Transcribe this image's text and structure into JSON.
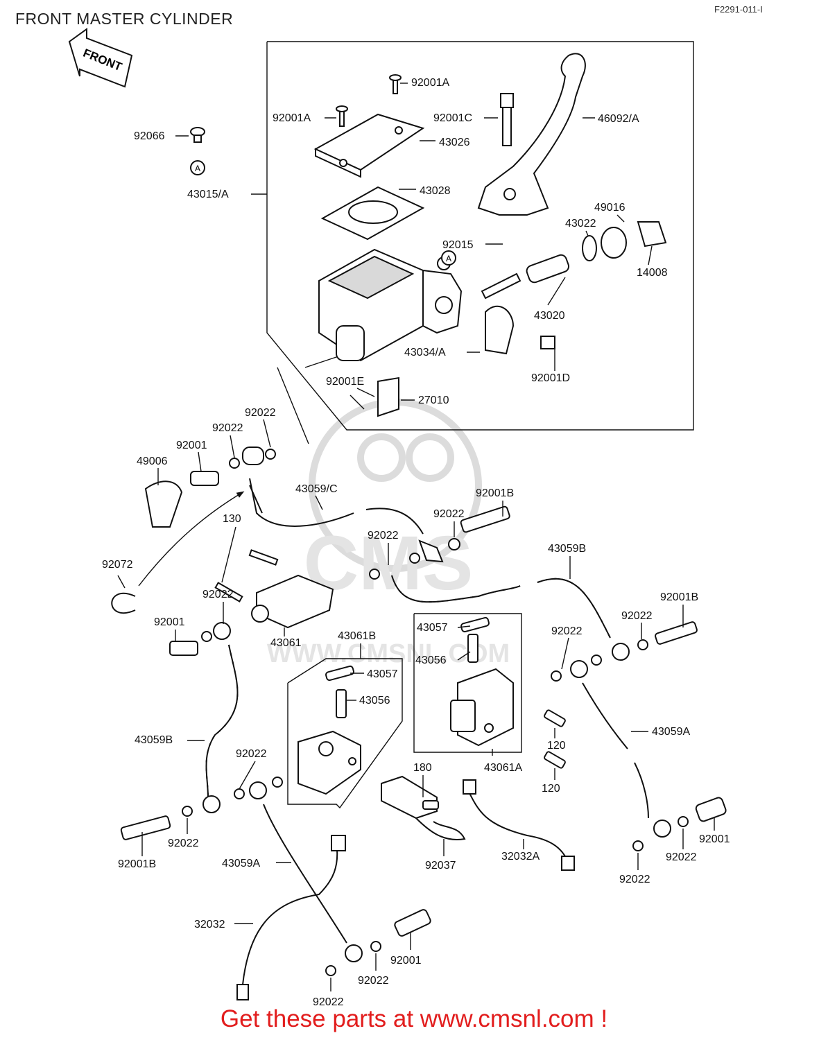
{
  "header": {
    "title": "FRONT MASTER CYLINDER",
    "code": "F2291-011-I"
  },
  "front_badge": "FRONT",
  "ref_marker": "A",
  "parts": [
    {
      "id": "p1",
      "label": "92001A"
    },
    {
      "id": "p2",
      "label": "92001A"
    },
    {
      "id": "p3",
      "label": "92001C"
    },
    {
      "id": "p4",
      "label": "46092/A"
    },
    {
      "id": "p5",
      "label": "43026"
    },
    {
      "id": "p6",
      "label": "92066"
    },
    {
      "id": "p7",
      "label": "43015/A"
    },
    {
      "id": "p8",
      "label": "43028"
    },
    {
      "id": "p9",
      "label": "49016"
    },
    {
      "id": "p10",
      "label": "43022"
    },
    {
      "id": "p11",
      "label": "92015"
    },
    {
      "id": "p12",
      "label": "14008"
    },
    {
      "id": "p13",
      "label": "43020"
    },
    {
      "id": "p14",
      "label": "43034/A"
    },
    {
      "id": "p15",
      "label": "92001D"
    },
    {
      "id": "p16",
      "label": "92001E"
    },
    {
      "id": "p17",
      "label": "27010"
    },
    {
      "id": "p18",
      "label": "92022"
    },
    {
      "id": "p19",
      "label": "92022"
    },
    {
      "id": "p20",
      "label": "92001"
    },
    {
      "id": "p21",
      "label": "49006"
    },
    {
      "id": "p22",
      "label": "43059/C"
    },
    {
      "id": "p23",
      "label": "92001B"
    },
    {
      "id": "p24",
      "label": "92022"
    },
    {
      "id": "p25",
      "label": "130"
    },
    {
      "id": "p26",
      "label": "92022"
    },
    {
      "id": "p27",
      "label": "43059B"
    },
    {
      "id": "p28",
      "label": "92072"
    },
    {
      "id": "p29",
      "label": "92022"
    },
    {
      "id": "p30",
      "label": "92001"
    },
    {
      "id": "p31",
      "label": "43061"
    },
    {
      "id": "p32",
      "label": "43061B"
    },
    {
      "id": "p33",
      "label": "43057"
    },
    {
      "id": "p34",
      "label": "43056"
    },
    {
      "id": "p35",
      "label": "92001B"
    },
    {
      "id": "p36",
      "label": "92022"
    },
    {
      "id": "p37",
      "label": "92022"
    },
    {
      "id": "p38",
      "label": "43057"
    },
    {
      "id": "p39",
      "label": "43056"
    },
    {
      "id": "p40",
      "label": "43059A"
    },
    {
      "id": "p41",
      "label": "120"
    },
    {
      "id": "p42",
      "label": "120"
    },
    {
      "id": "p43",
      "label": "43061A"
    },
    {
      "id": "p44",
      "label": "43059B"
    },
    {
      "id": "p45",
      "label": "92022"
    },
    {
      "id": "p46",
      "label": "180"
    },
    {
      "id": "p47",
      "label": "92022"
    },
    {
      "id": "p48",
      "label": "92001B"
    },
    {
      "id": "p49",
      "label": "43059A"
    },
    {
      "id": "p50",
      "label": "92037"
    },
    {
      "id": "p51",
      "label": "32032A"
    },
    {
      "id": "p52",
      "label": "92022"
    },
    {
      "id": "p53",
      "label": "92001"
    },
    {
      "id": "p54",
      "label": "92022"
    },
    {
      "id": "p55",
      "label": "32032"
    },
    {
      "id": "p56",
      "label": "92001"
    },
    {
      "id": "p57",
      "label": "92022"
    },
    {
      "id": "p58",
      "label": "92022"
    }
  ],
  "watermark": {
    "brand": "CMS",
    "site": "WWW.CMSNL.COM"
  },
  "footer": {
    "text": "Get these parts at www.cmsnl.com !"
  },
  "colors": {
    "footer_text": "#e21d1d",
    "line_art": "#111111",
    "watermark": "#dcdcdc"
  }
}
